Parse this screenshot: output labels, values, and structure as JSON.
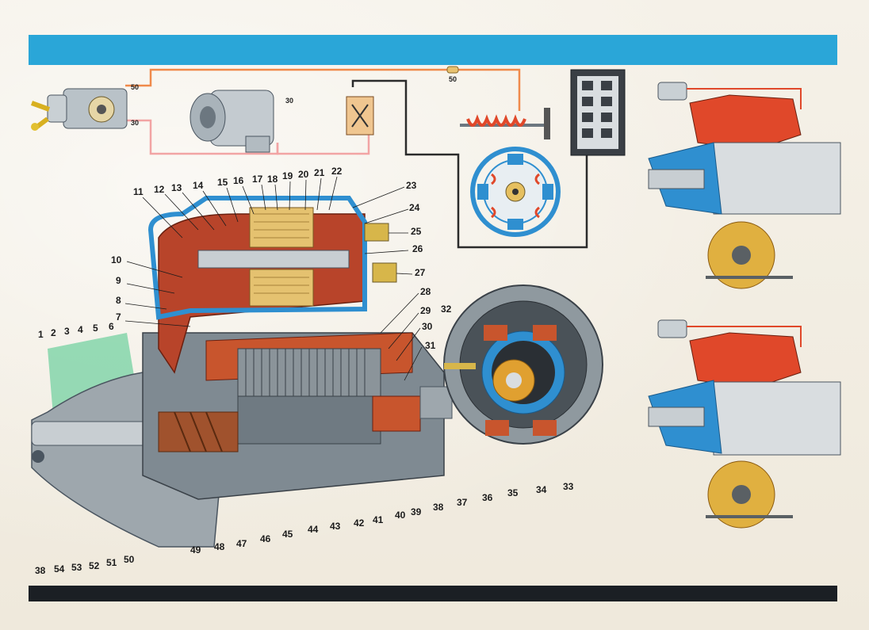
{
  "wiring": {
    "ignition_terminal_50": "50",
    "ignition_terminal_30": "30",
    "alternator_terminal_30": "30",
    "fuse_terminal_50": "50"
  },
  "callouts": [
    "1",
    "2",
    "3",
    "4",
    "5",
    "6",
    "7",
    "8",
    "9",
    "10",
    "11",
    "12",
    "13",
    "14",
    "15",
    "16",
    "17",
    "18",
    "19",
    "20",
    "21",
    "22",
    "23",
    "24",
    "25",
    "26",
    "27",
    "28",
    "29",
    "30",
    "31",
    "32",
    "33",
    "34",
    "35",
    "36",
    "37",
    "38",
    "39",
    "40",
    "41",
    "42",
    "43",
    "44",
    "45",
    "46",
    "47",
    "48",
    "49",
    "50",
    "51",
    "52",
    "53",
    "54",
    "38"
  ],
  "colors": {
    "band_blue": "#2aa6d8",
    "band_dark": "#1b1f24",
    "wire_orange": "#f08a4b",
    "wire_pink": "#f2a4a4",
    "wire_dark": "#2b2b2b",
    "coil_red": "#e0482a",
    "housing_blue": "#2f8fd0",
    "casting_red": "#b8442a"
  }
}
